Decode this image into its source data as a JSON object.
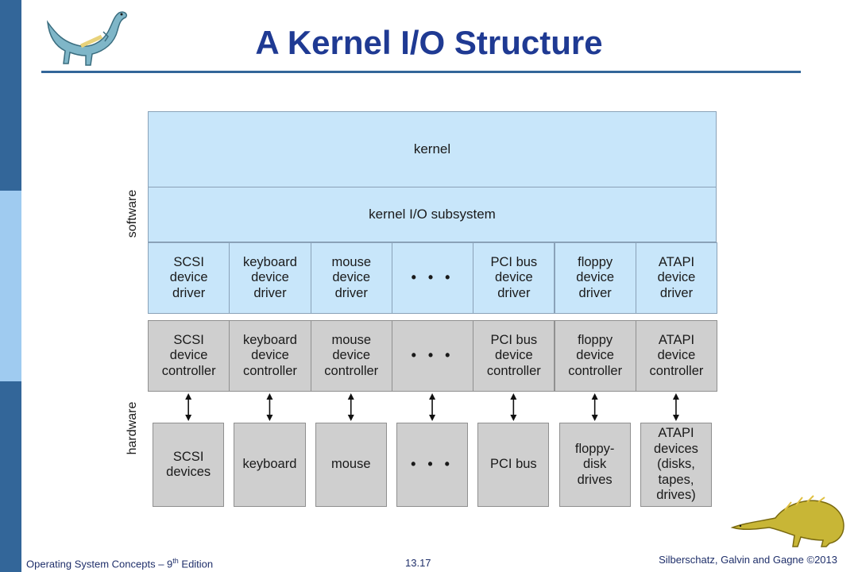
{
  "colors": {
    "sidebar_dark": "#336699",
    "sidebar_light": "#9fcbf0",
    "title": "#1f3a93",
    "software_fill": "#c8e6fa",
    "hardware_fill": "#cfcfcf",
    "rule": "#336699"
  },
  "slide": {
    "title": "A Kernel I/O Structure"
  },
  "diagram": {
    "software_label": "software",
    "hardware_label": "hardware",
    "kernel": "kernel",
    "io_subsystem": "kernel I/O subsystem",
    "columns": [
      {
        "driver": [
          "SCSI",
          "device",
          "driver"
        ],
        "controller": [
          "SCSI",
          "device",
          "controller"
        ],
        "device": [
          "SCSI",
          "devices"
        ]
      },
      {
        "driver": [
          "keyboard",
          "device",
          "driver"
        ],
        "controller": [
          "keyboard",
          "device",
          "controller"
        ],
        "device": [
          "keyboard"
        ]
      },
      {
        "driver": [
          "mouse",
          "device",
          "driver"
        ],
        "controller": [
          "mouse",
          "device",
          "controller"
        ],
        "device": [
          "mouse"
        ]
      },
      {
        "driver": [
          "• • •"
        ],
        "controller": [
          "• • •"
        ],
        "device": [
          "• • •"
        ]
      },
      {
        "driver": [
          "PCI bus",
          "device",
          "driver"
        ],
        "controller": [
          "PCI bus",
          "device",
          "controller"
        ],
        "device": [
          "PCI bus"
        ]
      },
      {
        "driver": [
          "floppy",
          "device",
          "driver"
        ],
        "controller": [
          "floppy",
          "device",
          "controller"
        ],
        "device": [
          "floppy-",
          "disk",
          "drives"
        ]
      },
      {
        "driver": [
          "ATAPI",
          "device",
          "driver"
        ],
        "controller": [
          "ATAPI",
          "device",
          "controller"
        ],
        "device": [
          "ATAPI",
          "devices",
          "(disks,",
          "tapes,",
          "drives)"
        ]
      }
    ]
  },
  "footer": {
    "book_prefix": "Operating System Concepts – 9",
    "book_sup": "th",
    "book_suffix": " Edition",
    "page": "13.17",
    "copyright": "Silberschatz, Galvin and Gagne ©2013"
  }
}
